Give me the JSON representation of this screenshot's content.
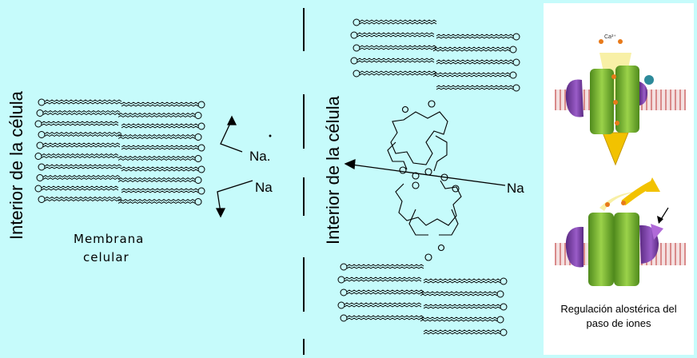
{
  "labels": {
    "interior_left": "Interior de la célula",
    "interior_right": "Interior de la célula",
    "membrane_line1": "Membrana",
    "membrane_line2": "celular",
    "na_upper_left": "Na.",
    "na_lower_left": "Na",
    "na_right": "Na"
  },
  "panel": {
    "ion_label": "Ca²⁺",
    "caption_line1": "Regulación alostérica del",
    "caption_line2": "paso de iones"
  },
  "colors": {
    "background": "#c6fbfb",
    "channel_green": "#77b52f",
    "regulator_purple": "#7b3fa6",
    "ion_orange": "#e87a1a",
    "arrow_yellow": "#f2c200",
    "membrane_pink": "#d98a8a"
  }
}
